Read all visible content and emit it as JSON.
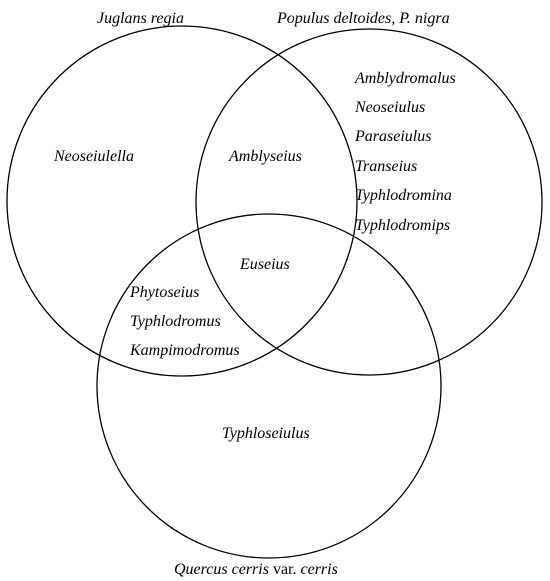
{
  "sets": [
    {
      "id": "juglans",
      "label": "Juglans regia"
    },
    {
      "id": "populus",
      "label": "Populus deltoides, P. nigra"
    },
    {
      "id": "quercus",
      "label_italic": "Quercus cerris",
      "label_roman": " var. ",
      "label_italic_2": "cerris"
    }
  ],
  "regions": {
    "juglans_only": [
      "Neoseiulella"
    ],
    "juglans_populus": [
      "Amblyseius"
    ],
    "populus_only": [
      "Amblydromalus",
      "Neoseiulus",
      "Paraseiulus",
      "Transeius",
      "Typhlodromina",
      "Typhlodromips"
    ],
    "all_three": [
      "Euseius"
    ],
    "juglans_quercus": [
      "Phytoseius",
      "Typhlodromus",
      "Kampimodromus"
    ],
    "quercus_only": [
      "Typhloseiulus"
    ]
  }
}
